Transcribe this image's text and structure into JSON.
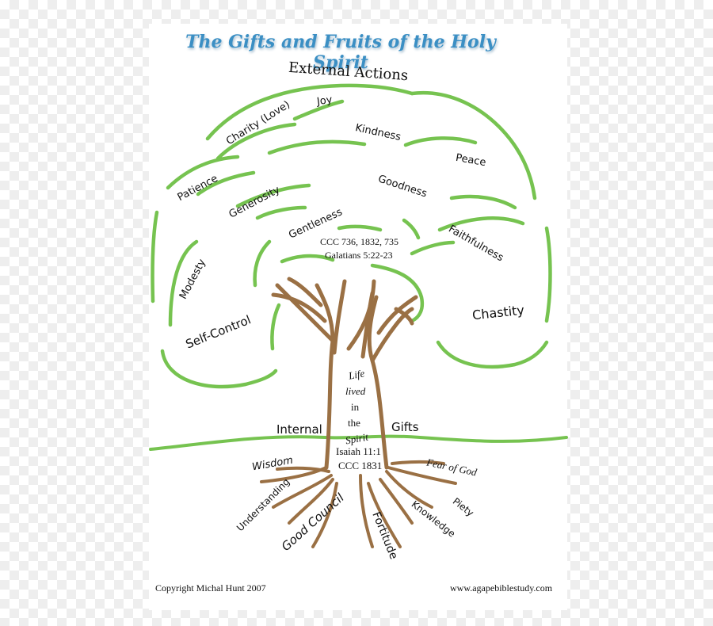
{
  "title": "The Gifts and Fruits of the Holy Spirit",
  "colors": {
    "title": "#3b8fc4",
    "canopy": "#76c350",
    "trunk": "#9a7044",
    "ground": "#76c350"
  },
  "canopy_header": "External Actions",
  "fruits": {
    "joy": "Joy",
    "charity": "Charity (Love)",
    "kindness": "Kindness",
    "peace": "Peace",
    "patience": "Patience",
    "generosity": "Generosity",
    "goodness": "Goodness",
    "gentleness": "Gentleness",
    "faithfulness": "Faithfulness",
    "modesty": "Modesty",
    "chastity": "Chastity",
    "self_control": "Self-Control"
  },
  "canopy_refs": {
    "line1": "CCC 736, 1832, 735",
    "line2": "Galatians 5:22-23"
  },
  "trunk_text": {
    "l1": "Life",
    "l2": "lived",
    "l3": "in",
    "l4": "the",
    "l5": "Spirit"
  },
  "ground_left": "Internal",
  "ground_right": "Gifts",
  "root_refs": {
    "line1": "Isaiah 11:1",
    "line2": "CCC 1831"
  },
  "gifts": {
    "wisdom": "Wisdom",
    "understanding": "Understanding",
    "good_council": "Good Council",
    "fortitude": "Fortitude",
    "knowledge": "Knowledge",
    "piety": "Piety",
    "fear_of_god": "Fear of God"
  },
  "footer": {
    "copyright": "Copyright  Michal Hunt  2007",
    "website": "www.agapebiblestudy.com"
  }
}
